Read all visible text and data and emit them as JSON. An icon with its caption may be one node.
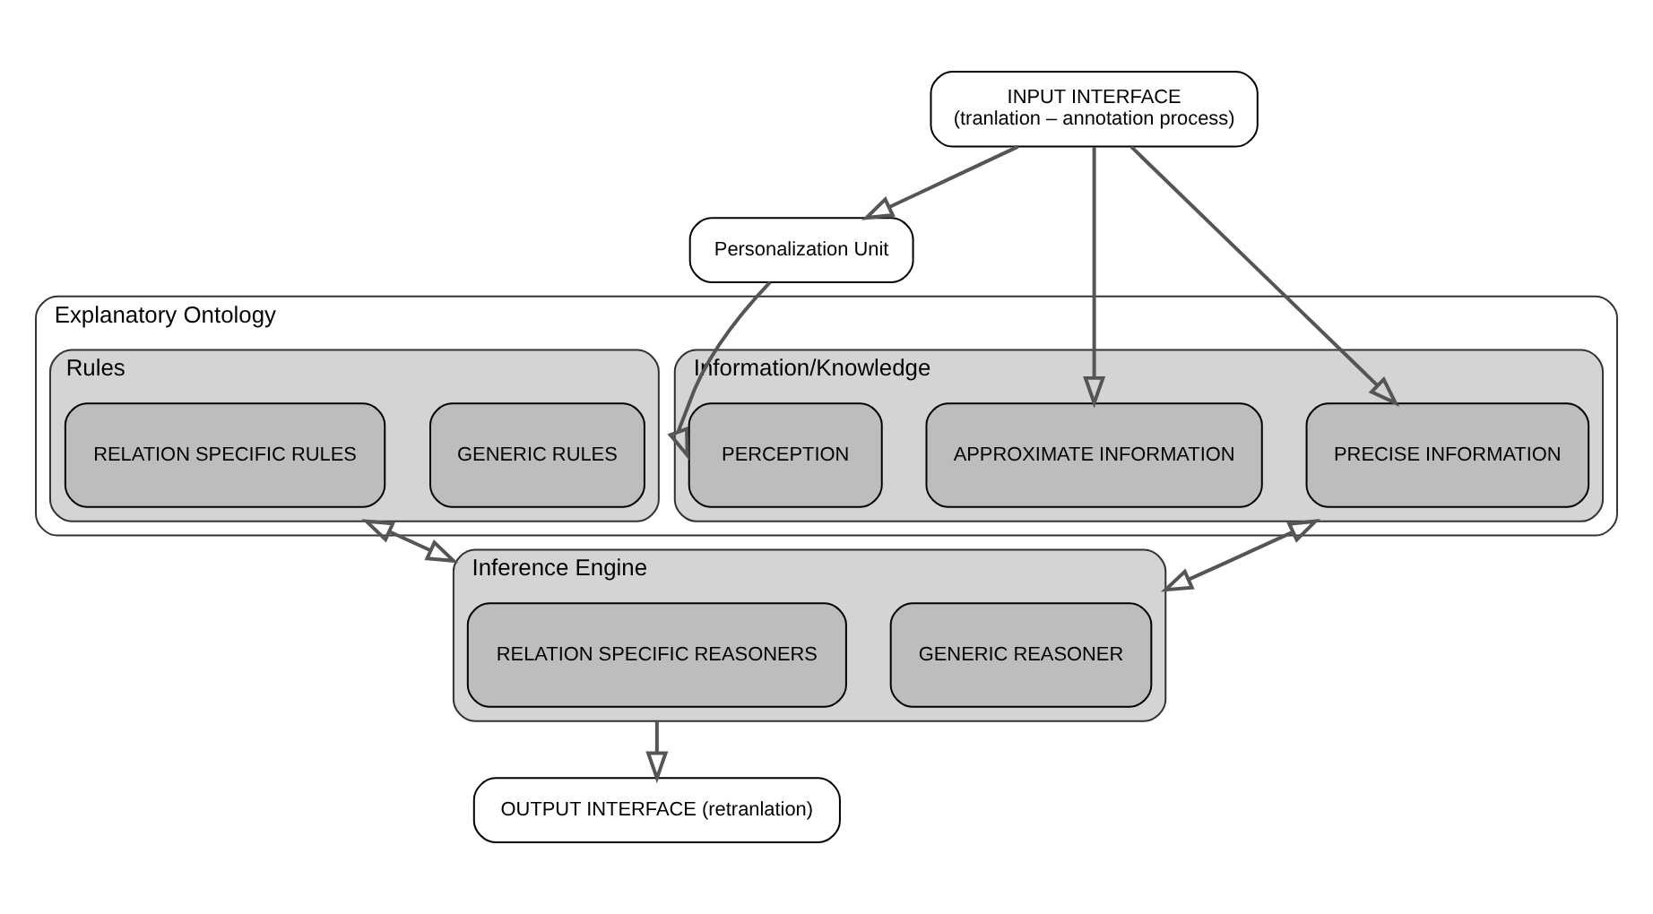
{
  "diagram": {
    "nodes": [
      {
        "text": [
          "INPUT INTERFACE",
          "(tranlation – annotation process)"
        ]
      },
      {
        "text": [
          "Personalization Unit"
        ]
      },
      {
        "text": [
          "Explanatory Ontology"
        ]
      },
      {
        "text": [
          "Information/Knowledge"
        ],
        "in": 2
      },
      {
        "text": [
          "PERCEPTION"
        ],
        "in": 3
      },
      {
        "text": [
          "APPROXIMATE INFORMATION"
        ],
        "in": 3
      },
      {
        "text": [
          "PRECISE INFORMATION"
        ],
        "in": 3
      },
      {
        "text": [
          "Rules"
        ],
        "in": 2
      },
      {
        "text": [
          "GENERIC RULES"
        ],
        "in": 7
      },
      {
        "text": [
          "RELATION SPECIFIC RULES"
        ],
        "in": 7
      },
      {
        "text": [
          "Inference Engine"
        ]
      },
      {
        "text": [
          "GENERIC REASONER"
        ],
        "in": 10
      },
      {
        "text": [
          "RELATION SPECIFIC REASONERS"
        ],
        "in": 10
      },
      {
        "text": [
          "OUTPUT INTERFACE (retranlation)"
        ]
      }
    ],
    "edges": [
      {
        "from": 0,
        "to": 1,
        "arrow": "to"
      },
      {
        "from": 0,
        "to": 5,
        "arrow": "to"
      },
      {
        "from": 0,
        "to": 6,
        "arrow": "to"
      },
      {
        "from": 1,
        "to": 4,
        "arrow": "to"
      },
      {
        "from": 3,
        "to": 10,
        "arrow": "both"
      },
      {
        "from": 7,
        "to": 10,
        "arrow": "both"
      },
      {
        "from": 10,
        "to": 13,
        "arrow": "to"
      }
    ]
  }
}
